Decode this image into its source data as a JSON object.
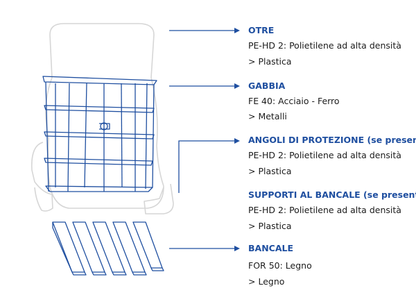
{
  "colors": {
    "primary": "#1f4fa0",
    "outline": "#d6d6d6",
    "text": "#1b1b1b"
  },
  "sections": [
    {
      "title": "OTRE",
      "lines": [
        "PE-HD 2: Polietilene ad alta densità",
        "> Plastica"
      ]
    },
    {
      "title": "GABBIA",
      "lines": [
        "FE 40: Acciaio - Ferro",
        "> Metalli"
      ]
    },
    {
      "title": "ANGOLI DI PROTEZIONE (se presenti)",
      "lines": [
        "PE-HD 2: Polietilene ad alta densità",
        "> Plastica"
      ]
    },
    {
      "title": "SUPPORTI AL BANCALE (se presenti)",
      "lines": [
        "PE-HD 2: Polietilene ad alta densità",
        "> Plastica"
      ]
    },
    {
      "title": "BANCALE",
      "lines": [
        "FOR 50: Legno",
        "> Legno"
      ]
    }
  ]
}
